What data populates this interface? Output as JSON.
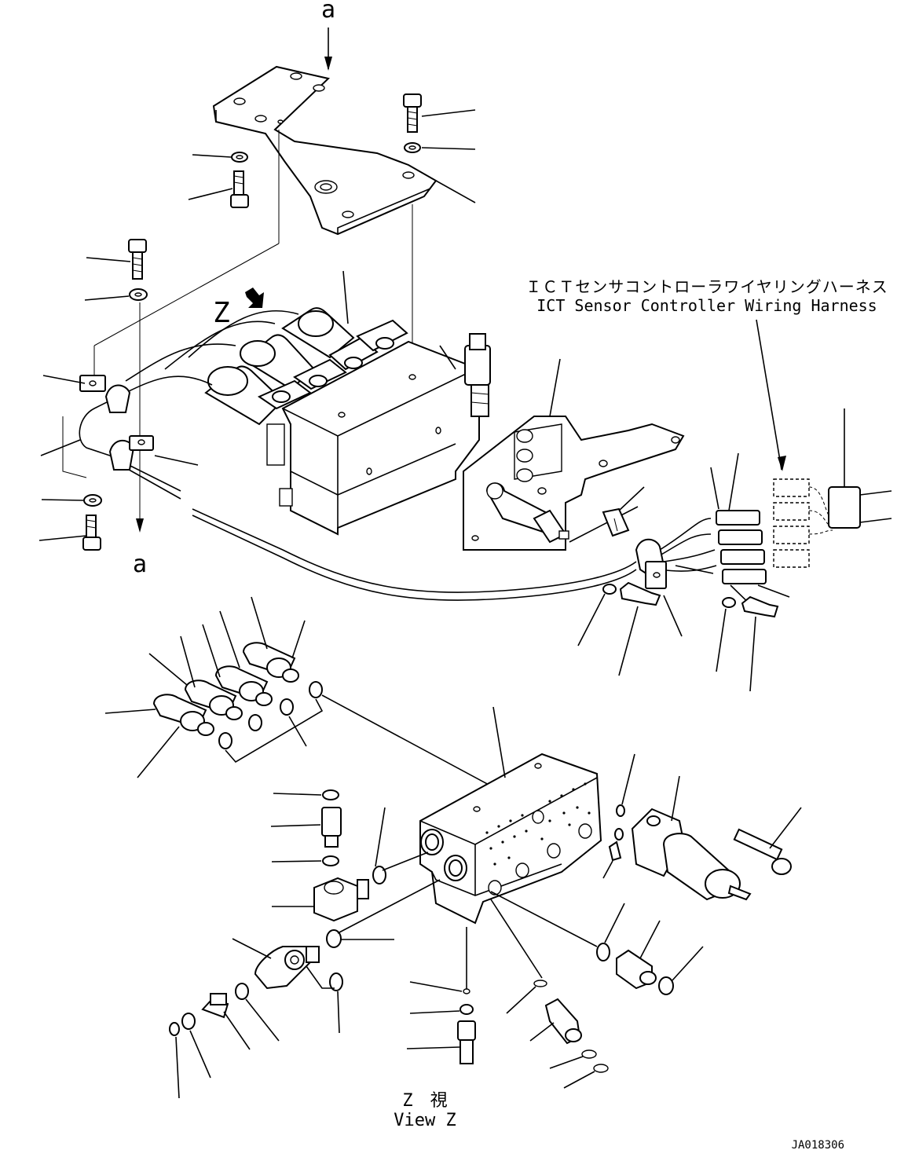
{
  "labels": {
    "section_top": "a",
    "section_bottom": "a",
    "view_marker": "Z",
    "harness_jp": "ＩＣＴセンサコントローラワイヤリングハーネス",
    "harness_en": "ICT Sensor Controller Wiring Harness",
    "view_title_jp": "Z　視",
    "view_title_en": "View Z",
    "drawing_number": "JA018306"
  }
}
